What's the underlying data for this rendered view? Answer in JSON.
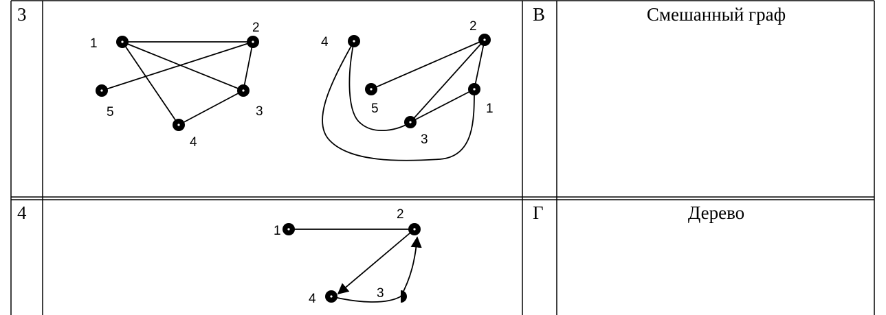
{
  "table": {
    "rows": [
      {
        "number": "3",
        "letter": "В",
        "description": "Смешанный граф",
        "graphs": [
          {
            "vertices": [
              {
                "label": "1"
              },
              {
                "label": "2"
              },
              {
                "label": "3"
              },
              {
                "label": "4"
              },
              {
                "label": "5"
              }
            ]
          },
          {
            "vertices": [
              {
                "label": "4"
              },
              {
                "label": "2"
              },
              {
                "label": "5"
              },
              {
                "label": "1"
              },
              {
                "label": "3"
              }
            ]
          }
        ]
      },
      {
        "number": "4",
        "letter": "Г",
        "description": "Дерево",
        "graphs": [
          {
            "vertices": [
              {
                "label": "1"
              },
              {
                "label": "2"
              },
              {
                "label": "4"
              },
              {
                "label": "3"
              }
            ]
          }
        ]
      }
    ]
  }
}
